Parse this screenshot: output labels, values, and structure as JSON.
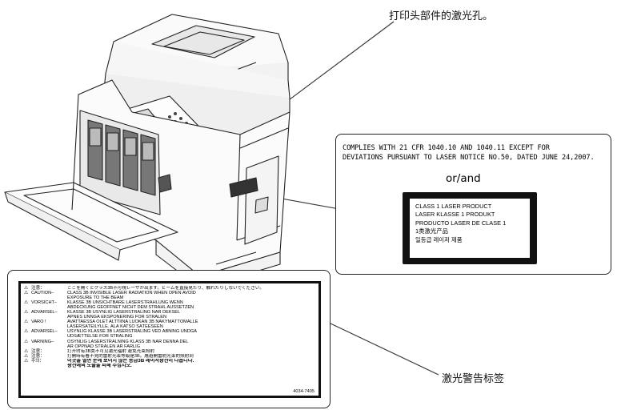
{
  "callouts": {
    "top": "打印头部件的激光孔。",
    "bottom": "激光警告标签"
  },
  "compliance_label": {
    "lines": [
      "COMPLIES WITH 21 CFR 1040.10 AND 1040.11 EXCEPT FOR",
      "DEVIATIONS PURSUANT TO LASER NOTICE NO.50, DATED JUNE 24,2007."
    ],
    "or_and": "or/and",
    "class1_lines": [
      "CLASS 1 LASER PRODUCT",
      "LASER KLASSE 1 PRODUKT",
      "PRODUCTO LASER DE CLASE 1",
      "1类激光产品",
      "일등급 레이저 제품"
    ]
  },
  "warning_label": {
    "rows": [
      {
        "lang": "注意：",
        "text": "ここを開くとクラス3B不可視レーザが出ます。ビームを直接見たり、触れたりしないでください。"
      },
      {
        "lang": "CAUTION–",
        "text": "CLASS 3B INVISIBLE LASER RADIATION WHEN OPEN AVOID"
      },
      {
        "lang": "",
        "text": "EXPOSURE TO THE BEAM"
      },
      {
        "lang": "VORSICHT–",
        "text": "KLASSE 3B UNSICHTBARE LASERSTRAHLUNG WENN"
      },
      {
        "lang": "",
        "text": "ABDECKUNG GEÖFFNET NICHT DEM STRAHL AUSSETZEN"
      },
      {
        "lang": "ADVARSEL–",
        "text": "KLASSE 3B USYNLIG LASERSTRÅLING NÅR DEKSEL"
      },
      {
        "lang": "",
        "text": "ÅPNES UNNGÅ EKSPONERING FOR STRÅLEN"
      },
      {
        "lang": "VARO !",
        "text": "AVATTAESSA OLET ALTTIINA LUOKAN 3B NÄKYMÄTTÖMÄLLE"
      },
      {
        "lang": "",
        "text": "LASERSÄTEILYLLE. ÄLÄ KATSO SÄTEESEEN"
      },
      {
        "lang": "ADVARSEL–",
        "text": "USYNLIG KLASSE 3B LASERSTRÅLING VED ÅBNING UNDGÅ"
      },
      {
        "lang": "",
        "text": "UDSÆTTELSE FOR STRÅLING"
      },
      {
        "lang": "VARNING–",
        "text": "OSYNLIG LASERSTRÅLNING KLASS 3B NÄR DENNA DEL"
      },
      {
        "lang": "",
        "text": "ÄR ÖPPNAD STRÅLEN ÄR FARLIG"
      },
      {
        "lang": "注意：",
        "text": "打开时有3B类不可见激光辐射  避免光束照射"
      },
      {
        "lang": "注意：",
        "text": "打開時有看不見的雷射光束等級是3B。應避開雷射光束的照射到"
      },
      {
        "lang": "주의：",
        "text": "이곳을 열면 눈에 보이지 않는 등급3B 레이저광선이 나옵니다."
      },
      {
        "lang": "",
        "text": "광선에의 노출을 피해 주십시오."
      }
    ],
    "code": "4034-7405"
  }
}
